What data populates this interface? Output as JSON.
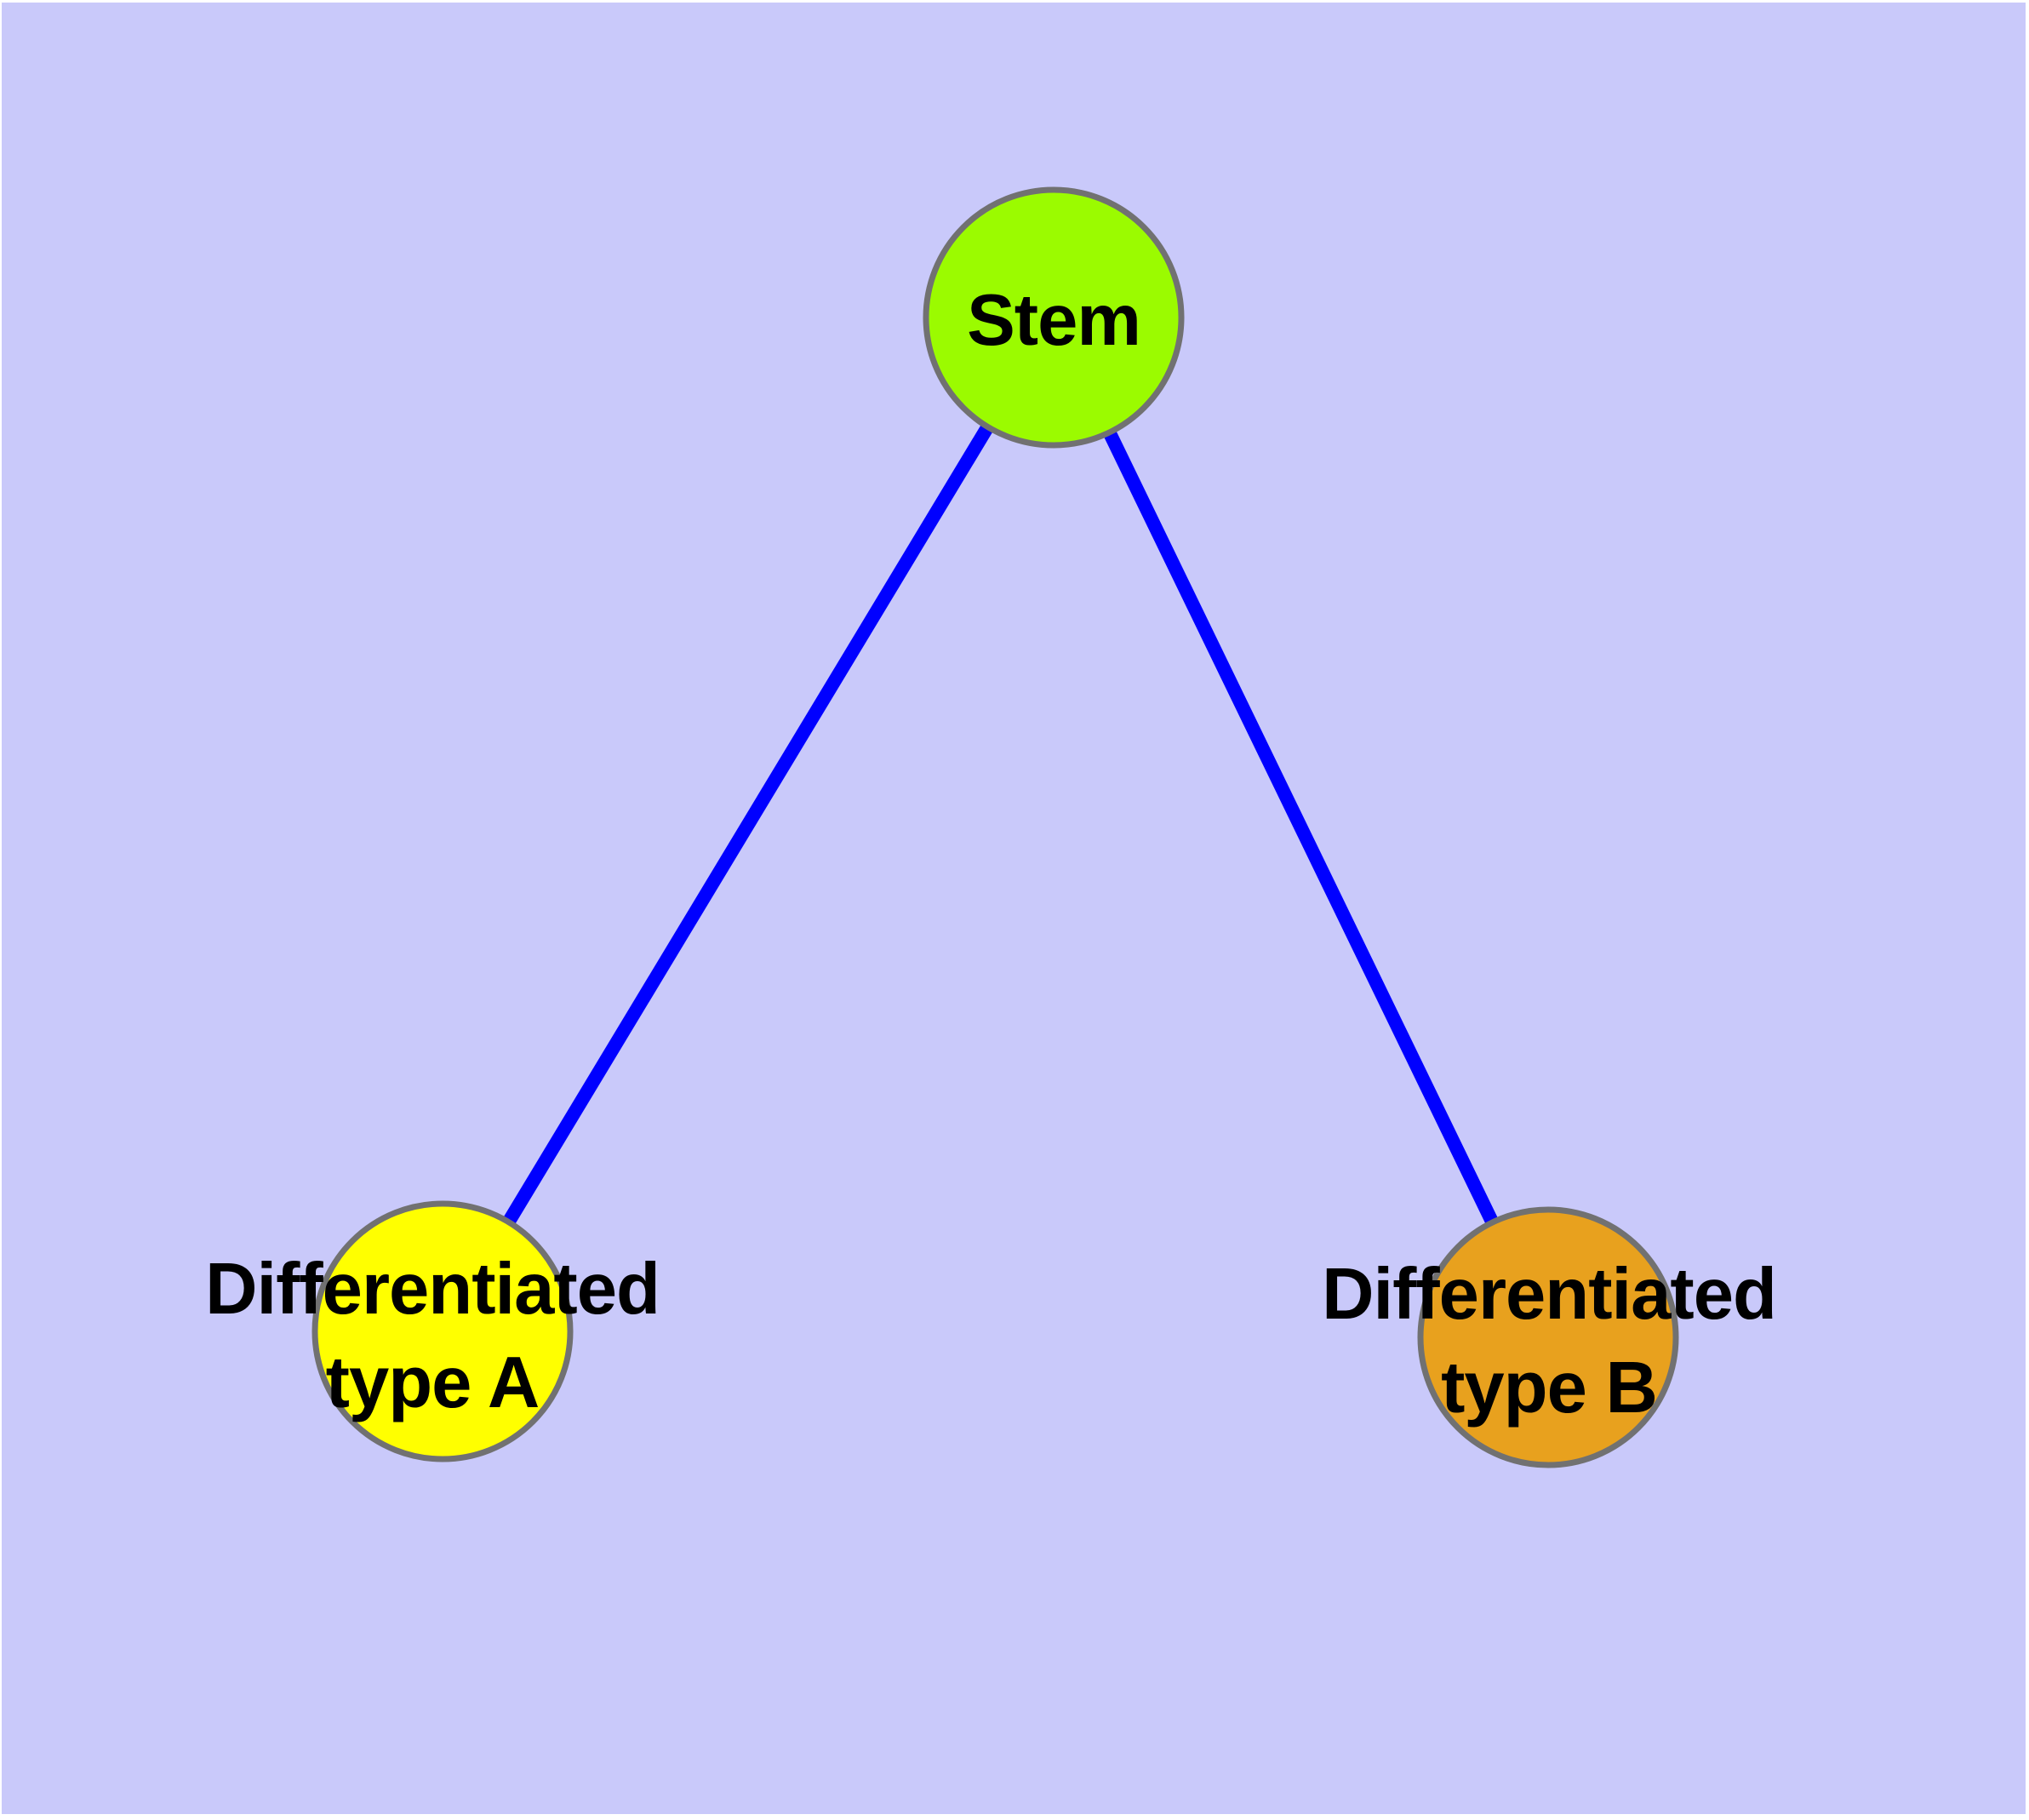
{
  "diagram_type": "graph",
  "styles": {
    "page_margin_color": "#FFFFFF",
    "canvas_background": "#C9C9FA",
    "edge_color": "#0000FF",
    "node_border_color": "#717171",
    "label_color": "#000000"
  },
  "nodes": {
    "stem": {
      "label": "Stem",
      "fill": "#9BFB00"
    },
    "type_a": {
      "label_line1": "Differentiated",
      "label_line2": "type A",
      "fill": "#FFFF00"
    },
    "type_b": {
      "label_line1": "Differentiated",
      "label_line2": "type B",
      "fill": "#E8A11E"
    }
  },
  "edges": {
    "stem_to_type_a": {
      "from": "Stem",
      "to": "Differentiated type A"
    },
    "stem_to_type_b": {
      "from": "Stem",
      "to": "Differentiated type B"
    }
  }
}
